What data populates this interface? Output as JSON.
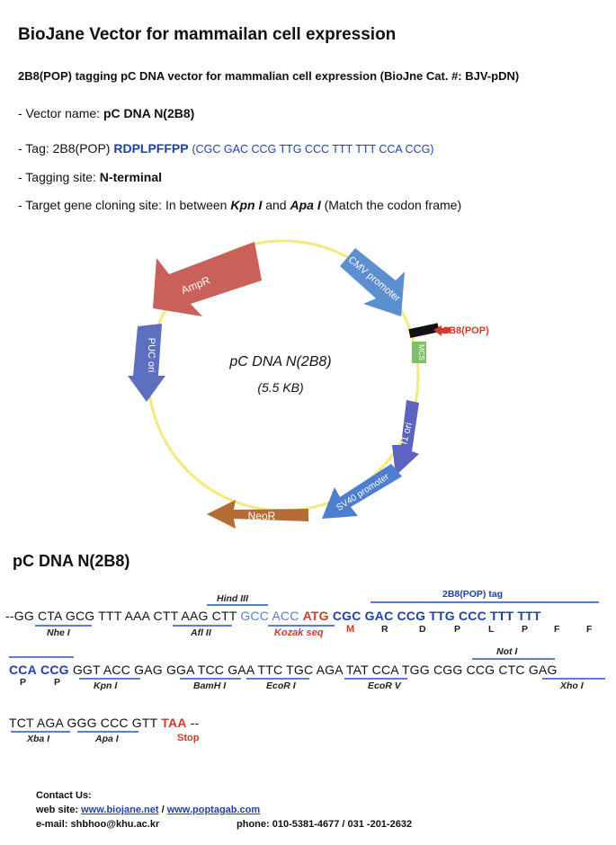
{
  "header": {
    "title": "BioJane Vector for mammailan cell expression",
    "subtitle": "2B8(POP) tagging pC DNA vector for mammalian cell expression (BioJne Cat. #: BJV-pDN)"
  },
  "details": {
    "vector_label": "- Vector name: ",
    "vector_name": "pC DNA N(2B8)",
    "tag_label": "- Tag: 2B8(POP) ",
    "tag_peptide": "RDPLPFFPP",
    "tag_codons": "(CGC GAC CCG TTG CCC TTT TTT CCA CCG)",
    "site_label": "- Tagging site: ",
    "site_value": "N-terminal",
    "cloning_prefix": "- Target gene cloning site: In between ",
    "cloning_kpn": "Kpn I",
    "cloning_and": " and ",
    "cloning_apa": "Apa I",
    "cloning_suffix": " (Match the codon frame)"
  },
  "map": {
    "center_name": "pC DNA N(2B8)",
    "center_size": "(5.5 KB)",
    "tag_label": "2B8(POP)",
    "features": {
      "ampr": "AmpR",
      "cmv": "CMV promoter",
      "mcs": "MCS",
      "puc": "PUC ori",
      "f1": "f1 ori",
      "sv40": "SV40 promoter",
      "neor": "NeoR"
    },
    "colors": {
      "backbone": "#f2ea7a",
      "ampr": "#c9605a",
      "cmv": "#5b8fd0",
      "mcs": "#7fc06a",
      "puc": "#5d6fbf",
      "f1": "#5d63bf",
      "sv40": "#4d7fd0",
      "neor": "#b46b35"
    }
  },
  "sequence": {
    "title": "pC DNA N(2B8)",
    "row1": [
      "--GG",
      "CTA",
      "GCG",
      "TTT",
      "AAA",
      "CTT",
      "AAG",
      "CTT",
      "GCC",
      "ACC",
      "ATG",
      "CGC",
      "GAC",
      "CCG",
      "TTG",
      "CCC",
      "TTT",
      "TTT"
    ],
    "row2": [
      "CCA",
      "CCG",
      "GGT",
      "ACC",
      "GAG",
      "GGA",
      "TCC",
      "GAA",
      "TTC",
      "TGC",
      "AGA",
      "TAT",
      "CCA",
      "TGG",
      "CGG",
      "CCG",
      "CTC",
      "GAG"
    ],
    "row3": [
      "TCT",
      "AGA",
      "GGG",
      "CCC",
      "GTT",
      "TAA",
      "--"
    ],
    "aa_row1": [
      "M",
      "R",
      "D",
      "P",
      "L",
      "P",
      "F",
      "F"
    ],
    "aa_row2": [
      "P",
      "P"
    ],
    "annotations": {
      "hind3": "Hind III",
      "tag": "2B8(POP) tag",
      "nhe1": "Nhe I",
      "afl2": "Afl II",
      "kozak": "Kozak seq",
      "not1": "Not I",
      "kpn1": "Kpn I",
      "bamh1": "BamH I",
      "ecor1": "EcoR I",
      "ecor5": "EcoR V",
      "xho1": "Xho I",
      "xba1": "Xba I",
      "apa1": "Apa I",
      "stop": "Stop"
    }
  },
  "contact": {
    "heading": "Contact Us:",
    "web_label": "web site: ",
    "web1": "www.biojane.net",
    "web_sep": " / ",
    "web2": "www.poptagab.com",
    "email_line": "e-mail: shbhoo@khu.ac.kr",
    "phone_line": "phone: 010-5381-4677 / 031 -201-2632"
  }
}
